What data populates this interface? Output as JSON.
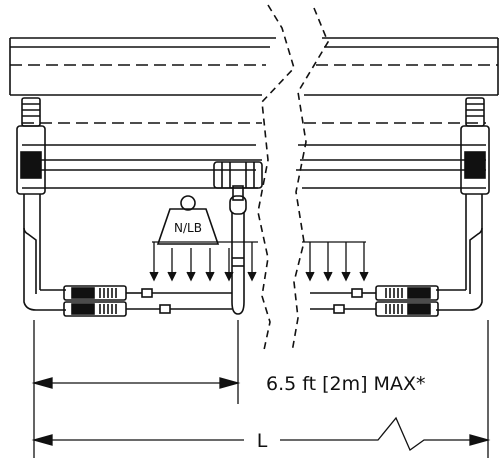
{
  "labels": {
    "weight": "N/LB",
    "max_span": "6.5 ft [2m] MAX*",
    "length": "L"
  }
}
